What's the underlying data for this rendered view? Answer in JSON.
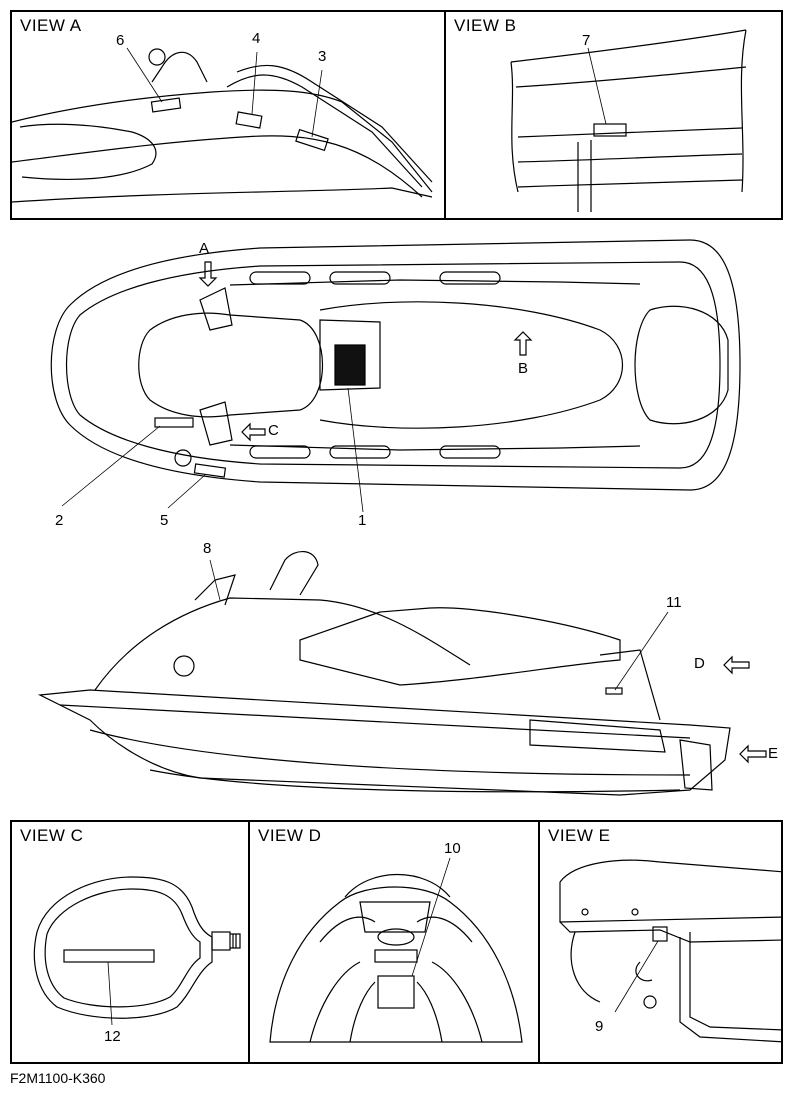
{
  "views": {
    "a": {
      "title": "VIEW A",
      "callouts": [
        "6",
        "4",
        "3"
      ]
    },
    "b": {
      "title": "VIEW B",
      "callouts": [
        "7"
      ]
    },
    "c": {
      "title": "VIEW C",
      "callouts": [
        "12"
      ]
    },
    "d": {
      "title": "VIEW D",
      "callouts": [
        "10"
      ]
    },
    "e": {
      "title": "VIEW E",
      "callouts": [
        "9"
      ]
    }
  },
  "top_view": {
    "arrow_labels": {
      "a": "A",
      "b": "B",
      "c": "C"
    },
    "callouts": [
      "2",
      "5",
      "1"
    ]
  },
  "side_view": {
    "arrow_labels": {
      "d": "D",
      "e": "E"
    },
    "callouts": [
      "8",
      "11"
    ]
  },
  "reference_code": "F2M1100-K360"
}
